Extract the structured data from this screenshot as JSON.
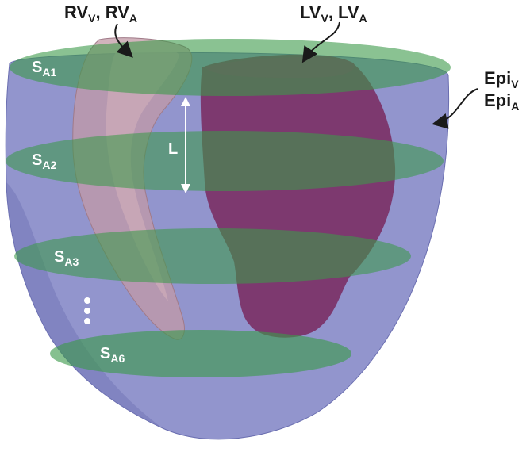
{
  "labels": {
    "rv_main": "RV",
    "rv_sub_v": "V",
    "rv_sep": ", RV",
    "rv_sub_a": "A",
    "lv_main": "LV",
    "lv_sub_v": "V",
    "lv_sep": ", LV",
    "lv_sub_a": "A",
    "epi_v_main": "Epi",
    "epi_v_sub": "V",
    "epi_a_main": "Epi",
    "epi_a_sub": "A",
    "length": "L",
    "slices": [
      {
        "main": "S",
        "sub": "A1"
      },
      {
        "main": "S",
        "sub": "A2"
      },
      {
        "main": "S",
        "sub": "A3"
      },
      {
        "main": "S",
        "sub": "A6"
      }
    ]
  },
  "colors": {
    "epicardium": "#7f83c4",
    "left_ventricle": "#7a2c62",
    "right_ventricle": "#c29aa6",
    "slice_plane": "#3c9a4a",
    "text_dark": "#1a1a1a",
    "text_light": "#ffffff"
  }
}
